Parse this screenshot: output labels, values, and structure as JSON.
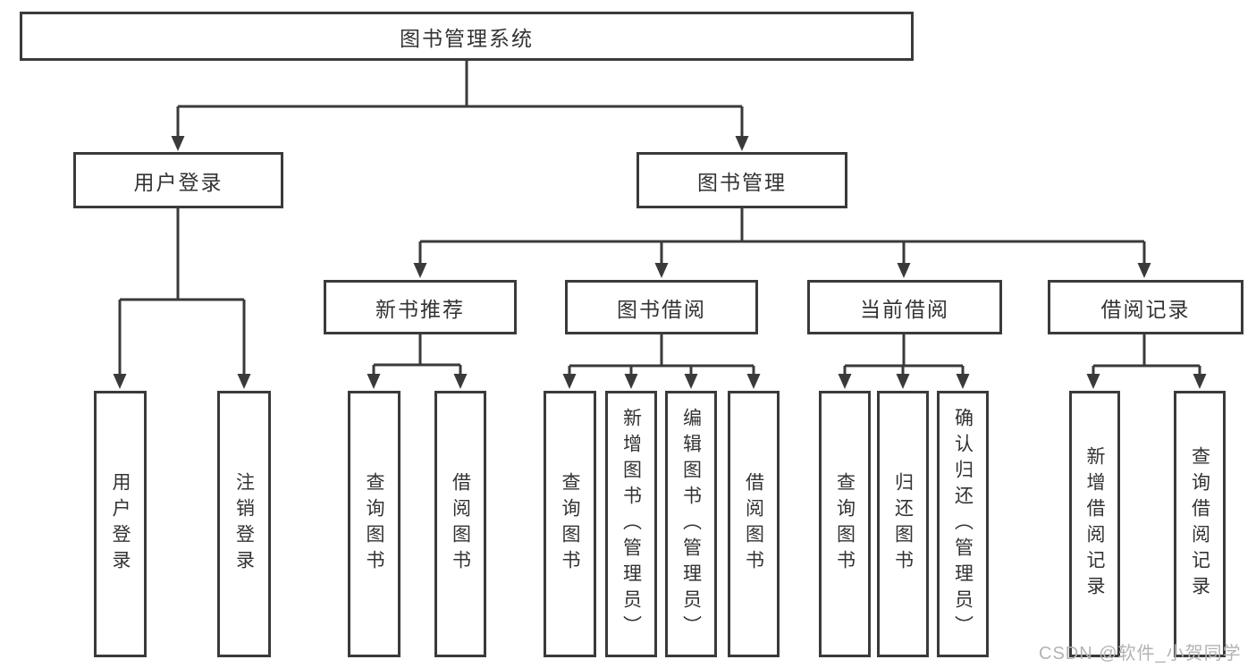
{
  "colors": {
    "line": "#3a3a3a",
    "text": "#333333",
    "watermark": "#b3b3b3",
    "background": "#ffffff"
  },
  "tree": {
    "root": {
      "label": "图书管理系统"
    },
    "level2": [
      {
        "label": "用户登录"
      },
      {
        "label": "图书管理"
      }
    ],
    "level3": [
      {
        "label": "新书推荐",
        "parent": "图书管理"
      },
      {
        "label": "图书借阅",
        "parent": "图书管理"
      },
      {
        "label": "当前借阅",
        "parent": "图书管理"
      },
      {
        "label": "借阅记录",
        "parent": "图书管理"
      }
    ],
    "leaves": [
      {
        "label": "用户登录",
        "parent": "用户登录"
      },
      {
        "label": "注销登录",
        "parent": "用户登录"
      },
      {
        "label": "查询图书",
        "parent": "新书推荐"
      },
      {
        "label": "借阅图书",
        "parent": "新书推荐"
      },
      {
        "label": "查询图书",
        "parent": "图书借阅"
      },
      {
        "label": "新增图书（管理员）",
        "parent": "图书借阅"
      },
      {
        "label": "编辑图书（管理员）",
        "parent": "图书借阅"
      },
      {
        "label": "借阅图书",
        "parent": "图书借阅"
      },
      {
        "label": "查询图书",
        "parent": "当前借阅"
      },
      {
        "label": "归还图书",
        "parent": "当前借阅"
      },
      {
        "label": "确认归还（管理员）",
        "parent": "当前借阅"
      },
      {
        "label": "新增借阅记录",
        "parent": "借阅记录"
      },
      {
        "label": "查询借阅记录",
        "parent": "借阅记录"
      }
    ]
  },
  "watermark": {
    "text": "CSDN @软件_小贺同学"
  }
}
